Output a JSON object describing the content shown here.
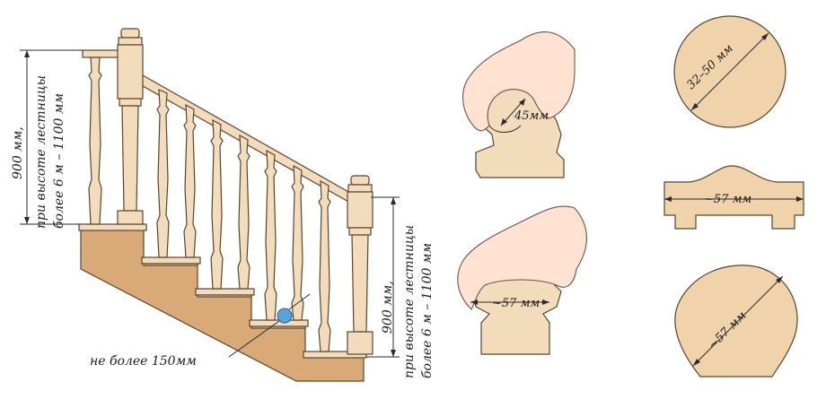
{
  "stair": {
    "left_height": {
      "line1": "900 мм,",
      "line2": "при высоте лестницы",
      "line3": "более 6 м – 1100 мм"
    },
    "right_height": {
      "line1": "900 мм,",
      "line2": "при высоте лестницы",
      "line3": "более 6 м – 1100 мм"
    },
    "gap_note": "не более 150мм",
    "ball_color": "#5aa3dc"
  },
  "grips": {
    "top_label": "45мм",
    "bottom_label": "~57 мм"
  },
  "profiles": {
    "round_label": "32–50 мм",
    "flat_label": "~57 мм",
    "mushroom_label": "~57 мм"
  }
}
